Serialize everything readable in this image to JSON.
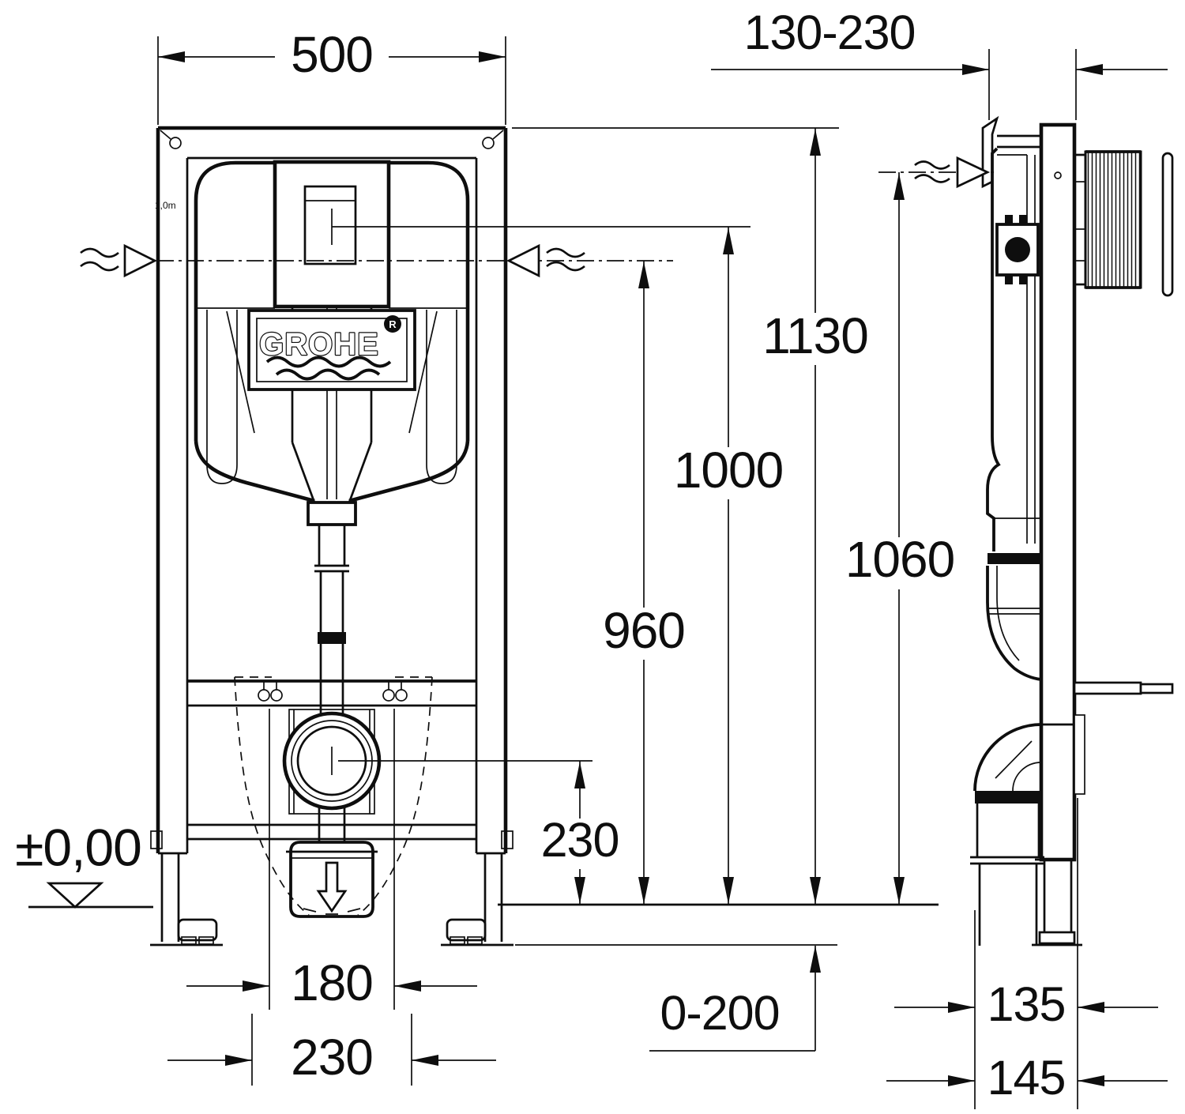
{
  "drawing": {
    "brand": {
      "logo_text": "GROHE",
      "registered_mark": "R"
    },
    "marking": {
      "frame_label": "1,0m"
    },
    "datum": {
      "level_label": "±0,00"
    },
    "front_view": {
      "frame_width": "500",
      "height_frame_top": "1130",
      "height_actuator_center": "1000",
      "height_water_supply": "960",
      "height_outlet_center": "230",
      "bolt_spacing": "180",
      "outlet_spacing": "230",
      "floor_buildup": "0-200"
    },
    "side_view": {
      "installation_depth": "130-230",
      "height_supply": "1060",
      "outlet_distance_upper": "135",
      "outlet_distance_lower": "145"
    }
  }
}
